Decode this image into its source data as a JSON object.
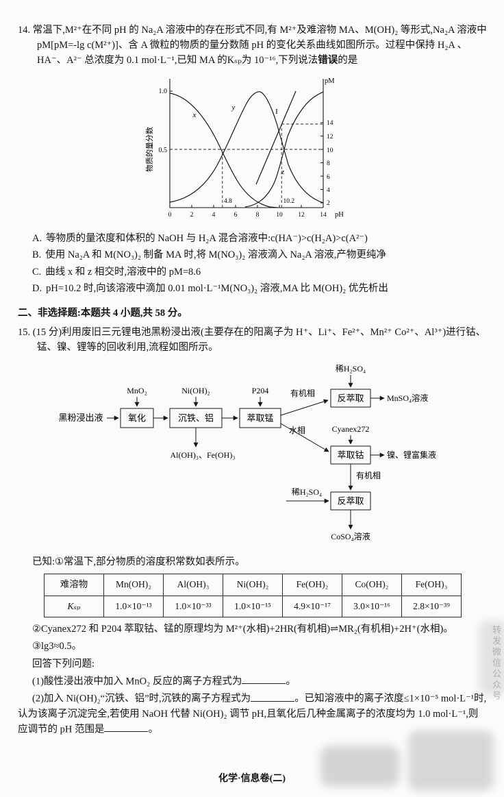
{
  "q14": {
    "number": "14.",
    "stem": "常温下,M²⁺在不同 pH 的 Na₂A 溶液中的存在形式不同,有 M²⁺及难溶物 MA、M(OH)₂ 等形式,Na₂A 溶液中 pM[pM=-lg c(M²⁺)]、含 A 微粒的物质的量分数随 pH 的变化关系曲线如图所示。过程中保持 H₂A 、HA⁻、A²⁻ 总浓度为 0.1 mol·L⁻¹,已知 MA 的Kₛₚ为 10⁻¹⁶,下列说法",
    "stem_emphasis": "错误",
    "stem_end": "的是",
    "options": [
      {
        "label": "A.",
        "text": "等物质的量浓度和体积的 NaOH 与 H₂A 混合溶液中:c(HA⁻)>c(H₂A)>c(A²⁻)"
      },
      {
        "label": "B.",
        "text": "使用 Na₂A 和 M(NO₃)₂ 制备 MA 时,将 M(NO₃)₂ 溶液滴入 Na₂A 溶液,产物更纯净"
      },
      {
        "label": "C.",
        "text": "曲线 x 和 z 相交时,溶液中的 pM=8.6"
      },
      {
        "label": "D.",
        "text": "pH=10.2 时,向该溶液中滴加 0.01 mol·L⁻¹M(NO₃)₂ 溶液,MA 比 M(OH)₂ 优先析出"
      }
    ]
  },
  "chart_data": {
    "type": "line",
    "title": "",
    "xlabel": "pH",
    "ylabel_left": "物质的量分数",
    "ylabel_right": "pM",
    "x_range": [
      0,
      14
    ],
    "left_range": [
      0,
      1.0
    ],
    "right_range": [
      2,
      14
    ],
    "series": [
      {
        "name": "x",
        "description": "H₂A 分数,随 pH 降低",
        "points_x": [
          0,
          2,
          4.8,
          6,
          8,
          10
        ],
        "points_y": [
          0.97,
          0.88,
          0.5,
          0.25,
          0.03,
          0
        ]
      },
      {
        "name": "y",
        "description": "HA⁻ 分数,峰形曲线",
        "points_x": [
          0,
          2,
          4.8,
          7.5,
          10.2,
          13,
          14
        ],
        "points_y": [
          0.04,
          0.1,
          0.5,
          1.0,
          0.5,
          0.06,
          0.03
        ]
      },
      {
        "name": "z",
        "description": "A²⁻ 分数,随 pH 升高",
        "points_x": [
          7,
          8.5,
          10.2,
          12,
          14
        ],
        "points_y": [
          0,
          0.15,
          0.5,
          0.9,
          0.99
        ]
      },
      {
        "name": "I",
        "description": "pM 直线,pH=10.2 时 pM=14",
        "points_x": [
          8,
          10.2,
          11.3
        ],
        "points_y": [
          6,
          14,
          17
        ]
      }
    ],
    "annotations": [
      "4.8",
      "10.2"
    ],
    "dashed_guides": [
      "fraction 0.5",
      "pH 4.8",
      "pH 10.2",
      "pM 14"
    ]
  },
  "chart": {
    "left_ticks": [
      "1.0",
      "0.5"
    ],
    "ylabel_left": "物质的量分数",
    "right_label": "pM",
    "right_ticks": [
      "14",
      "12",
      "10",
      "8",
      "6",
      "4",
      "2"
    ],
    "x_ticks": [
      "0",
      "2",
      "4",
      "6",
      "8",
      "10",
      "12",
      "14"
    ],
    "xlabel": "pH",
    "label_x": "x",
    "label_y": "y",
    "label_z": "z",
    "label_I": "I",
    "ann_48": "4.8",
    "ann_102": "10.2"
  },
  "section2": {
    "header": "二、非选择题:本题共 4 小题,共 58 分。"
  },
  "q15": {
    "number": "15.",
    "intro": "(15 分)利用废旧三元锂电池黑粉浸出液(主要存在的阳离子为 H⁺、Li⁺、Fe²⁺、Mn²⁺ Co²⁺、Al³⁺)进行钴、锰、镍、锂等的回收利用,流程如图所示。",
    "known_intro": "已知:①常温下,部分物质的溶度积常数如表所示。",
    "table": {
      "headers": [
        "难溶物",
        "Mn(OH)₂",
        "Al(OH)₃",
        "Ni(OH)₂",
        "Fe(OH)₂",
        "Co(OH)₂",
        "Fe(OH)₃"
      ],
      "row_label": "Kₛₚ",
      "values": [
        "1.0×10⁻¹³",
        "1.0×10⁻³³",
        "1.0×10⁻¹⁵",
        "4.9×10⁻¹⁷",
        "3.0×10⁻¹⁶",
        "2.8×10⁻³⁹"
      ]
    },
    "known2": "②Cyanex272 和 P204 萃取钴、锰的原理均为 M²⁺(水相)+2HR(有机相)⇌MR₂(有机相)+2H⁺(水相)。",
    "known3": "③lg3≈0.5。",
    "answer_prompt": "回答下列问题:",
    "sub1_pre": "(1)酸性浸出液中加入 MnO₂ 反应的离子方程式为",
    "sub1_post": "。",
    "sub2_pre": "(2)加入 Ni(OH)₂“沉铁、铝”时,沉铁的离子方程式为",
    "sub2_mid": "。已知溶液中的离子浓度≤1×10⁻⁵ mol·L⁻¹时,认为该离子沉淀完全,若使用 NaOH 代替 Ni(OH)₂ 调节 pH,且氧化后几种金属离子的浓度均为 1.0 mol·L⁻¹,则应调节的 pH 范围是",
    "sub2_post": "。"
  },
  "flow": {
    "feed": "黑粉浸出液",
    "boxes": {
      "oxidation": "氧化",
      "iron_al": "沉铁、铝",
      "extract_mn": "萃取锰",
      "strip1": "反萃取",
      "extract_co": "萃取钴",
      "strip2": "反萃取"
    },
    "reagents": {
      "mno2": "MnO₂",
      "nioh2": "Ni(OH)₂",
      "p204": "P204",
      "h2so4_top": "稀H₂SO₄",
      "cyanex": "Cyanex272",
      "h2so4_left": "稀H₂SO₄"
    },
    "labels": {
      "organic1": "有机相",
      "aqueous": "水相",
      "organic2": "有机相"
    },
    "outputs": {
      "mnso4": "MnSO₄溶液",
      "precipitate": "Al(OH)₃、Fe(OH)₃",
      "ni_li": "镍、锂富集液",
      "coso4": "CoSO₄溶液"
    }
  },
  "footer": {
    "text": "化学·信息卷(二)"
  },
  "watermark": {
    "text": "转发微信公众号"
  }
}
